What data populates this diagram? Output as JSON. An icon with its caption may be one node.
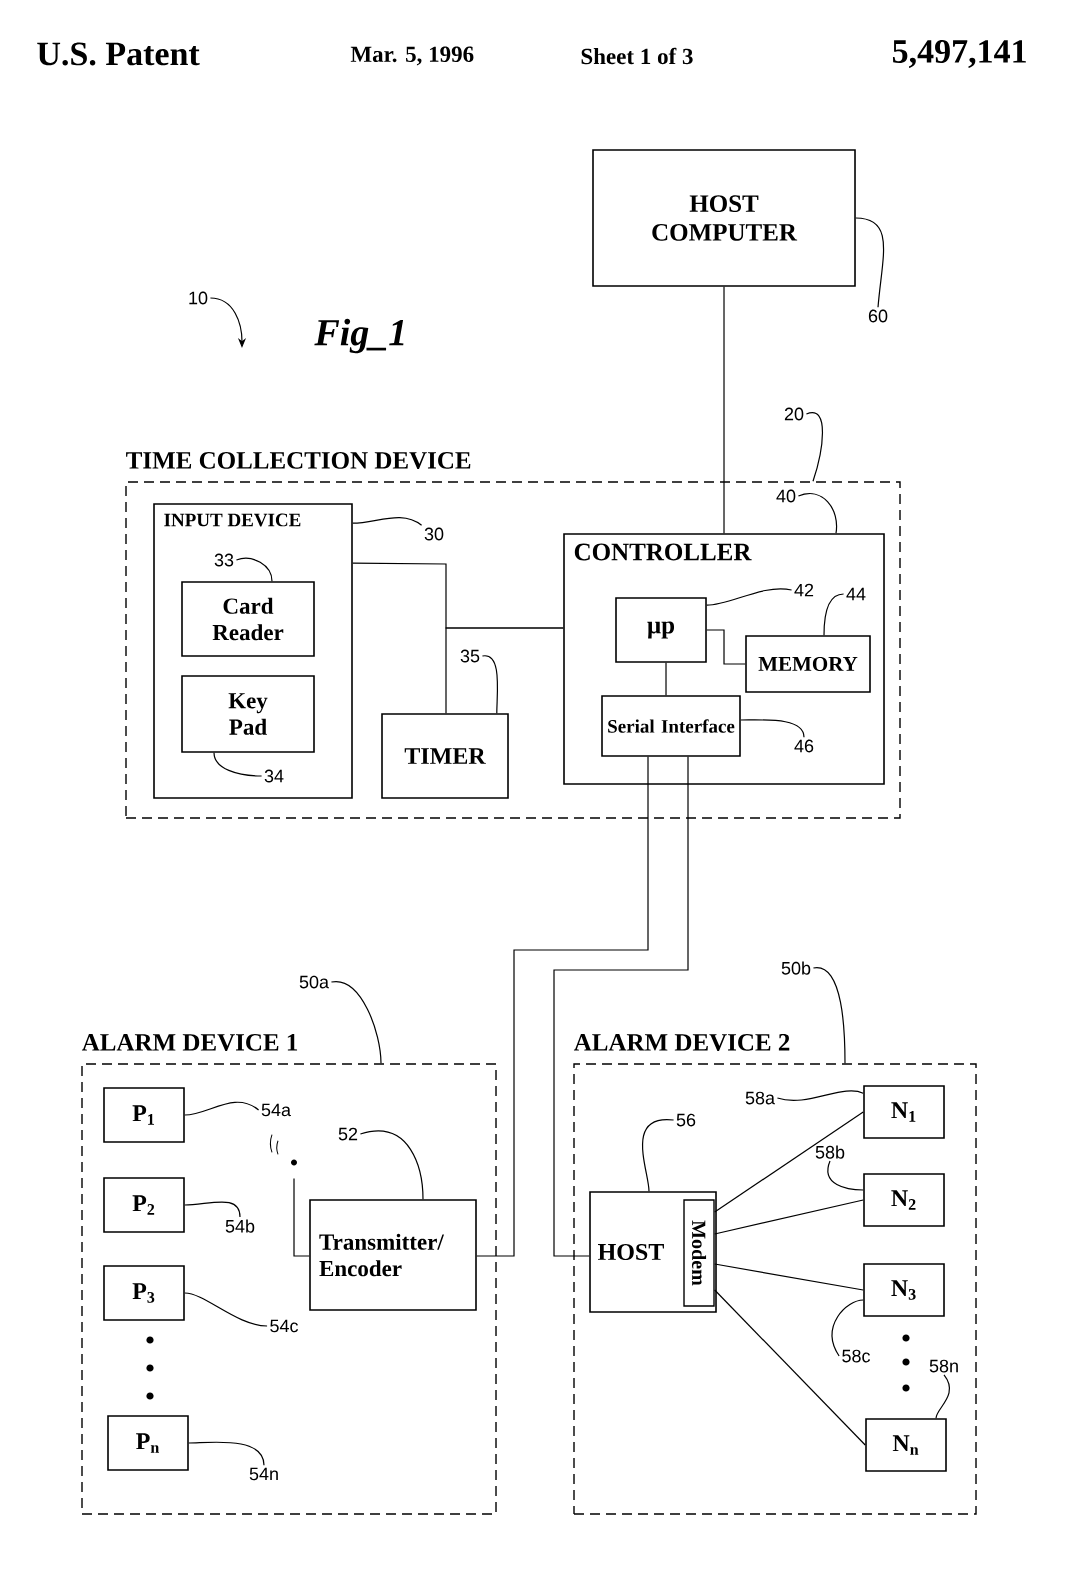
{
  "diagram": {
    "nodes": [
      {
        "text": [
          "HOST COMPUTER"
        ]
      },
      {
        "text": [
          "TIME COLLECTION DEVICE"
        ]
      },
      {
        "text": [
          "INPUT DEVICE"
        ],
        "in": 1
      },
      {
        "text": [
          "Card Reader"
        ],
        "in": 2
      },
      {
        "text": [
          "Key Pad"
        ],
        "in": 2
      },
      {
        "text": [
          "TIMER"
        ],
        "in": 1
      },
      {
        "text": [
          "CONTROLLER"
        ],
        "in": 1
      },
      {
        "text": [
          "μp"
        ],
        "in": 6
      },
      {
        "text": [
          "MEMORY"
        ],
        "in": 6
      },
      {
        "text": [
          "Serial Interface"
        ],
        "in": 6
      },
      {
        "text": [
          "ALARM DEVICE 1"
        ]
      },
      {
        "text": [
          "P$_{1}$"
        ],
        "in": 10
      },
      {
        "text": [
          "P$_{2}$"
        ],
        "in": 10
      },
      {
        "text": [
          "P$_{3}$"
        ],
        "in": 10
      },
      {
        "text": [
          "P$_{n}$"
        ],
        "in": 10
      },
      {
        "text": [
          "Transmitter/ Encoder"
        ],
        "in": 10
      },
      {
        "text": [
          "ALARM DEVICE 2"
        ]
      },
      {
        "text": [
          "HOST"
        ],
        "in": 16
      },
      {
        "text": [
          "Modem"
        ],
        "in": 17
      },
      {
        "text": [
          "N$_{1}$"
        ],
        "in": 16
      },
      {
        "text": [
          "N$_{2}$"
        ],
        "in": 16
      },
      {
        "text": [
          "N$_{3}$"
        ],
        "in": 16
      },
      {
        "text": [
          "N$_{n}$"
        ],
        "in": 16
      },
      {
        "text": [
          "10"
        ]
      },
      {
        "text": [
          "60"
        ]
      },
      {
        "text": [
          "20"
        ]
      },
      {
        "text": [
          "40"
        ],
        "in": 1
      },
      {
        "text": [
          "30"
        ],
        "in": 1
      },
      {
        "text": [
          "33"
        ],
        "in": 2
      },
      {
        "text": [
          "34"
        ],
        "in": 2
      },
      {
        "text": [
          "35"
        ],
        "in": 1
      },
      {
        "text": [
          "42"
        ],
        "in": 6
      },
      {
        "text": [
          "44"
        ],
        "in": 6
      },
      {
        "text": [
          "46"
        ],
        "in": 6
      },
      {
        "text": [
          "50a"
        ]
      },
      {
        "text": [
          "52"
        ],
        "in": 10
      },
      {
        "text": [
          "54a"
        ],
        "in": 10
      },
      {
        "text": [
          "54b"
        ],
        "in": 10
      },
      {
        "text": [
          "54c"
        ],
        "in": 10
      },
      {
        "text": [
          "54n"
        ],
        "in": 10
      },
      {
        "text": [
          "50b"
        ]
      },
      {
        "text": [
          "56"
        ],
        "in": 16
      },
      {
        "text": [
          "58a"
        ],
        "in": 16
      },
      {
        "text": [
          "58b"
        ],
        "in": 16
      },
      {
        "text": [
          "58c"
        ],
        "in": 16
      },
      {
        "text": [
          "58n"
        ],
        "in": 16
      },
      {
        "text": [],
        "shape": "antenna",
        "in": 10
      }
    ],
    "edges": [
      {
        "from": 0,
        "to": 6,
        "arrow": "none"
      },
      {
        "from": 2,
        "to": 6,
        "arrow": "none"
      },
      {
        "from": 5,
        "to": 6,
        "arrow": "none"
      },
      {
        "from": 7,
        "to": 8,
        "arrow": "none"
      },
      {
        "from": 7,
        "to": 9,
        "arrow": "none"
      },
      {
        "from": 9,
        "to": 15,
        "arrow": "none"
      },
      {
        "from": 9,
        "to": 17,
        "arrow": "none"
      },
      {
        "from": 18,
        "to": 19,
        "arrow": "none"
      },
      {
        "from": 18,
        "to": 20,
        "arrow": "none"
      },
      {
        "from": 18,
        "to": 21,
        "arrow": "none"
      },
      {
        "from": 18,
        "to": 22,
        "arrow": "none"
      },
      {
        "from": 23,
        "to": null,
        "arrow": "to"
      },
      {
        "from": 24,
        "to": 0,
        "arrow": "none"
      },
      {
        "from": 25,
        "to": 1,
        "arrow": "none"
      },
      {
        "from": 26,
        "to": 6,
        "arrow": "none"
      },
      {
        "from": 27,
        "to": 2,
        "arrow": "none"
      },
      {
        "from": 28,
        "to": 3,
        "arrow": "none"
      },
      {
        "from": 29,
        "to": 4,
        "arrow": "none"
      },
      {
        "from": 30,
        "to": 5,
        "arrow": "none"
      },
      {
        "from": 31,
        "to": 7,
        "arrow": "none"
      },
      {
        "from": 32,
        "to": 8,
        "arrow": "none"
      },
      {
        "from": 33,
        "to": 9,
        "arrow": "none"
      },
      {
        "from": 34,
        "to": 10,
        "arrow": "none"
      },
      {
        "from": 35,
        "to": 15,
        "arrow": "none"
      },
      {
        "from": 36,
        "to": 11,
        "arrow": "none"
      },
      {
        "from": 37,
        "to": 12,
        "arrow": "none"
      },
      {
        "from": 38,
        "to": 13,
        "arrow": "none"
      },
      {
        "from": 39,
        "to": 14,
        "arrow": "none"
      },
      {
        "from": 40,
        "to": 16,
        "arrow": "none"
      },
      {
        "from": 41,
        "to": 17,
        "arrow": "none"
      },
      {
        "from": 42,
        "to": 19,
        "arrow": "none"
      },
      {
        "from": 43,
        "to": 20,
        "arrow": "none"
      },
      {
        "from": 44,
        "to": 21,
        "arrow": "none"
      },
      {
        "from": 45,
        "to": 22,
        "arrow": "none"
      },
      {
        "from": 15,
        "to": 46,
        "arrow": "none"
      }
    ],
    "labels": [
      "U.S. Patent",
      "Mar. 5, 1996",
      "Sheet 1 of 3",
      "5,497,141",
      "Fig_1"
    ]
  }
}
